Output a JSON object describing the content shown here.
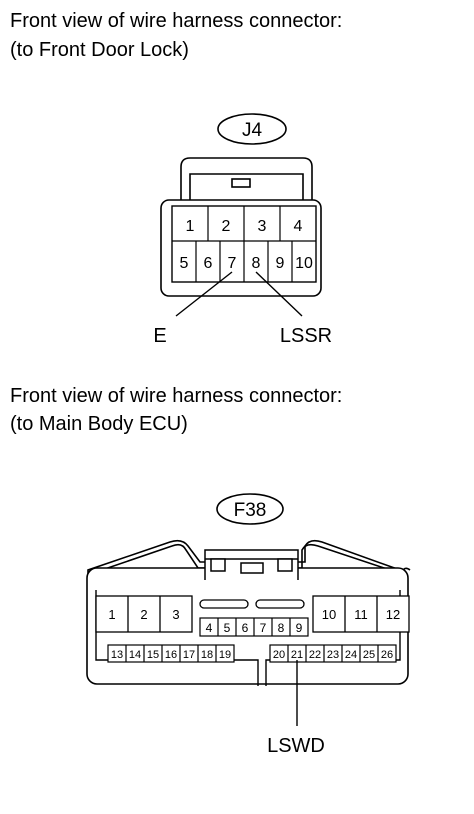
{
  "sections": [
    {
      "caption_line1": "Front view of wire harness connector:",
      "caption_line2": "(to Front Door Lock)",
      "connector_id": "J4",
      "pins_row1": [
        "1",
        "2",
        "3",
        "4"
      ],
      "pins_row2": [
        "5",
        "6",
        "7",
        "8",
        "9",
        "10"
      ],
      "callouts": [
        {
          "label": "E",
          "pin": "7"
        },
        {
          "label": "LSSR",
          "pin": "8"
        }
      ]
    },
    {
      "caption_line1": "Front view of wire harness connector:",
      "caption_line2": "(to Main Body ECU)",
      "connector_id": "F38",
      "pins_left_large": [
        "1",
        "2",
        "3"
      ],
      "pins_right_large": [
        "10",
        "11",
        "12"
      ],
      "pins_center_small": [
        "4",
        "5",
        "6",
        "7",
        "8",
        "9"
      ],
      "pins_bottom_left": [
        "13",
        "14",
        "15",
        "16",
        "17",
        "18",
        "19"
      ],
      "pins_bottom_right": [
        "20",
        "21",
        "22",
        "23",
        "24",
        "25",
        "26"
      ],
      "callouts": [
        {
          "label": "LSWD",
          "pin": "21"
        }
      ]
    }
  ]
}
